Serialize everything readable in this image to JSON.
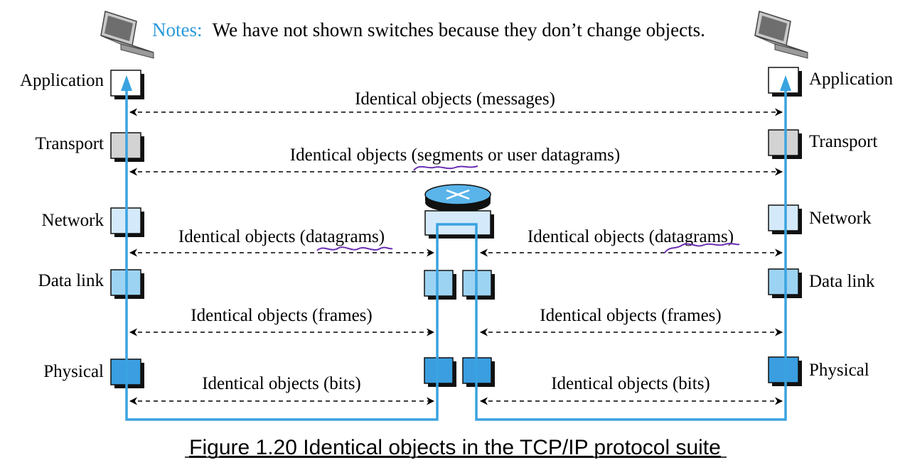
{
  "notes": {
    "label": "Notes:",
    "text": "We have not shown switches because they don’t change objects."
  },
  "layers": {
    "left": [
      "Application",
      "Transport",
      "Network",
      "Data link",
      "Physical"
    ],
    "right": [
      "Application",
      "Transport",
      "Network",
      "Data link",
      "Physical"
    ]
  },
  "objects": {
    "messages": "Identical objects (messages)",
    "segments": "Identical objects (segments or user datagrams)",
    "datagrams_left": "Identical objects (datagrams)",
    "datagrams_right": "Identical objects (datagrams)",
    "frames_left": "Identical objects (frames)",
    "frames_right": "Identical objects (frames)",
    "bits_left": "Identical objects (bits)",
    "bits_right": "Identical objects (bits)"
  },
  "caption": "Figure 1.20 Identical objects in the TCP/IP protocol suite",
  "colors": {
    "path_blue": "#3aa3e0",
    "notes_blue": "#2a9ad8",
    "application_fill": "#ffffff",
    "transport_fill": "#d3d3d3",
    "network_fill": "#d4eafa",
    "datalink_fill": "#9dd3f2",
    "physical_fill": "#3a9ee0",
    "squiggle": "#6b2fb3"
  }
}
